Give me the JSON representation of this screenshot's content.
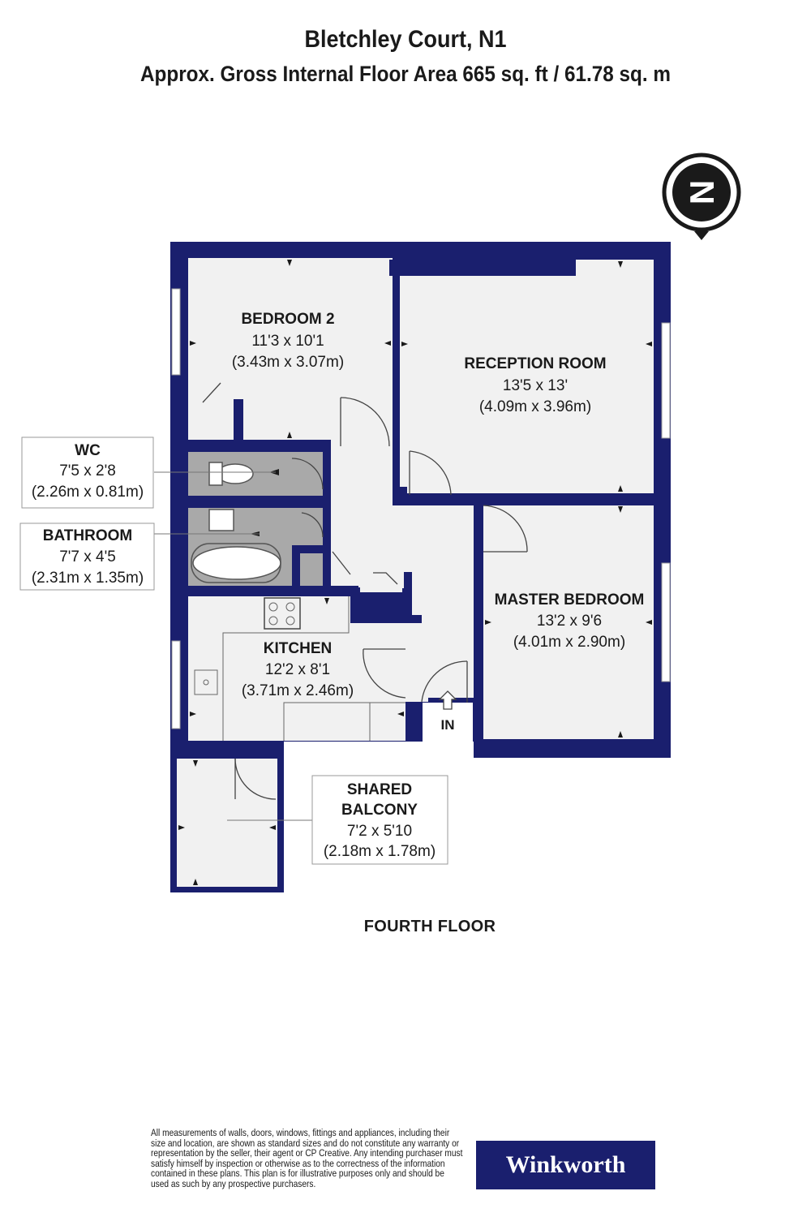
{
  "header": {
    "title": "Bletchley Court, N1",
    "subtitle": "Approx. Gross Internal Floor Area 665 sq. ft / 61.78 sq. m"
  },
  "compass": {
    "letter": "N"
  },
  "rooms": {
    "bedroom2": {
      "name": "BEDROOM 2",
      "imperial": "11'3 x 10'1",
      "metric": "(3.43m x 3.07m)"
    },
    "reception": {
      "name": "RECEPTION ROOM",
      "imperial": "13'5 x 13'",
      "metric": "(4.09m x 3.96m)"
    },
    "wc": {
      "name": "WC",
      "imperial": "7'5 x 2'8",
      "metric": "(2.26m x 0.81m)"
    },
    "bathroom": {
      "name": "BATHROOM",
      "imperial": "7'7 x 4'5",
      "metric": "(2.31m x 1.35m)"
    },
    "master": {
      "name": "MASTER BEDROOM",
      "imperial": "13'2 x 9'6",
      "metric": "(4.01m x 2.90m)"
    },
    "kitchen": {
      "name": "KITCHEN",
      "imperial": "12'2 x 8'1",
      "metric": "(3.71m x 2.46m)"
    },
    "balcony": {
      "name1": "SHARED",
      "name2": "BALCONY",
      "imperial": "7'2 x 5'10",
      "metric": "(2.18m x 1.78m)"
    }
  },
  "entrance": {
    "label": "IN"
  },
  "floor": {
    "label": "FOURTH FLOOR"
  },
  "footer": {
    "disclaimer": "All measurements of walls, doors, windows, fittings and appliances, including their size and location, are shown as standard sizes and do not constitute any warranty or representation by the seller, their agent or CP Creative. Any intending purchaser must satisfy himself by inspection or otherwise as to the correctness of the information contained in these plans. This plan is for illustrative purposes only and should be used as such by any prospective purchasers.",
    "logo": "Winkworth"
  },
  "colors": {
    "wall": "#1a1f6e",
    "room": "#f1f1f1",
    "wet": "#a9a9a9"
  }
}
